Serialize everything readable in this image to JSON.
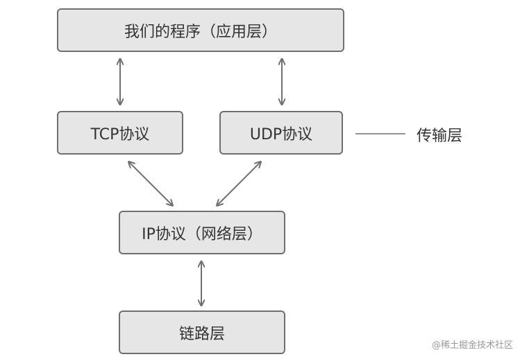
{
  "boxes": {
    "app": "我们的程序（应用层）",
    "tcp": "TCP协议",
    "udp": "UDP协议",
    "ip": "IP协议（网络层）",
    "link": "链路层"
  },
  "labels": {
    "transport": "传输层"
  },
  "watermark": "@稀土掘金技术社区",
  "colors": {
    "box_fill": "#e6e6e6",
    "box_border": "#6f6f6f",
    "arrow": "#707070",
    "text": "#333333"
  }
}
